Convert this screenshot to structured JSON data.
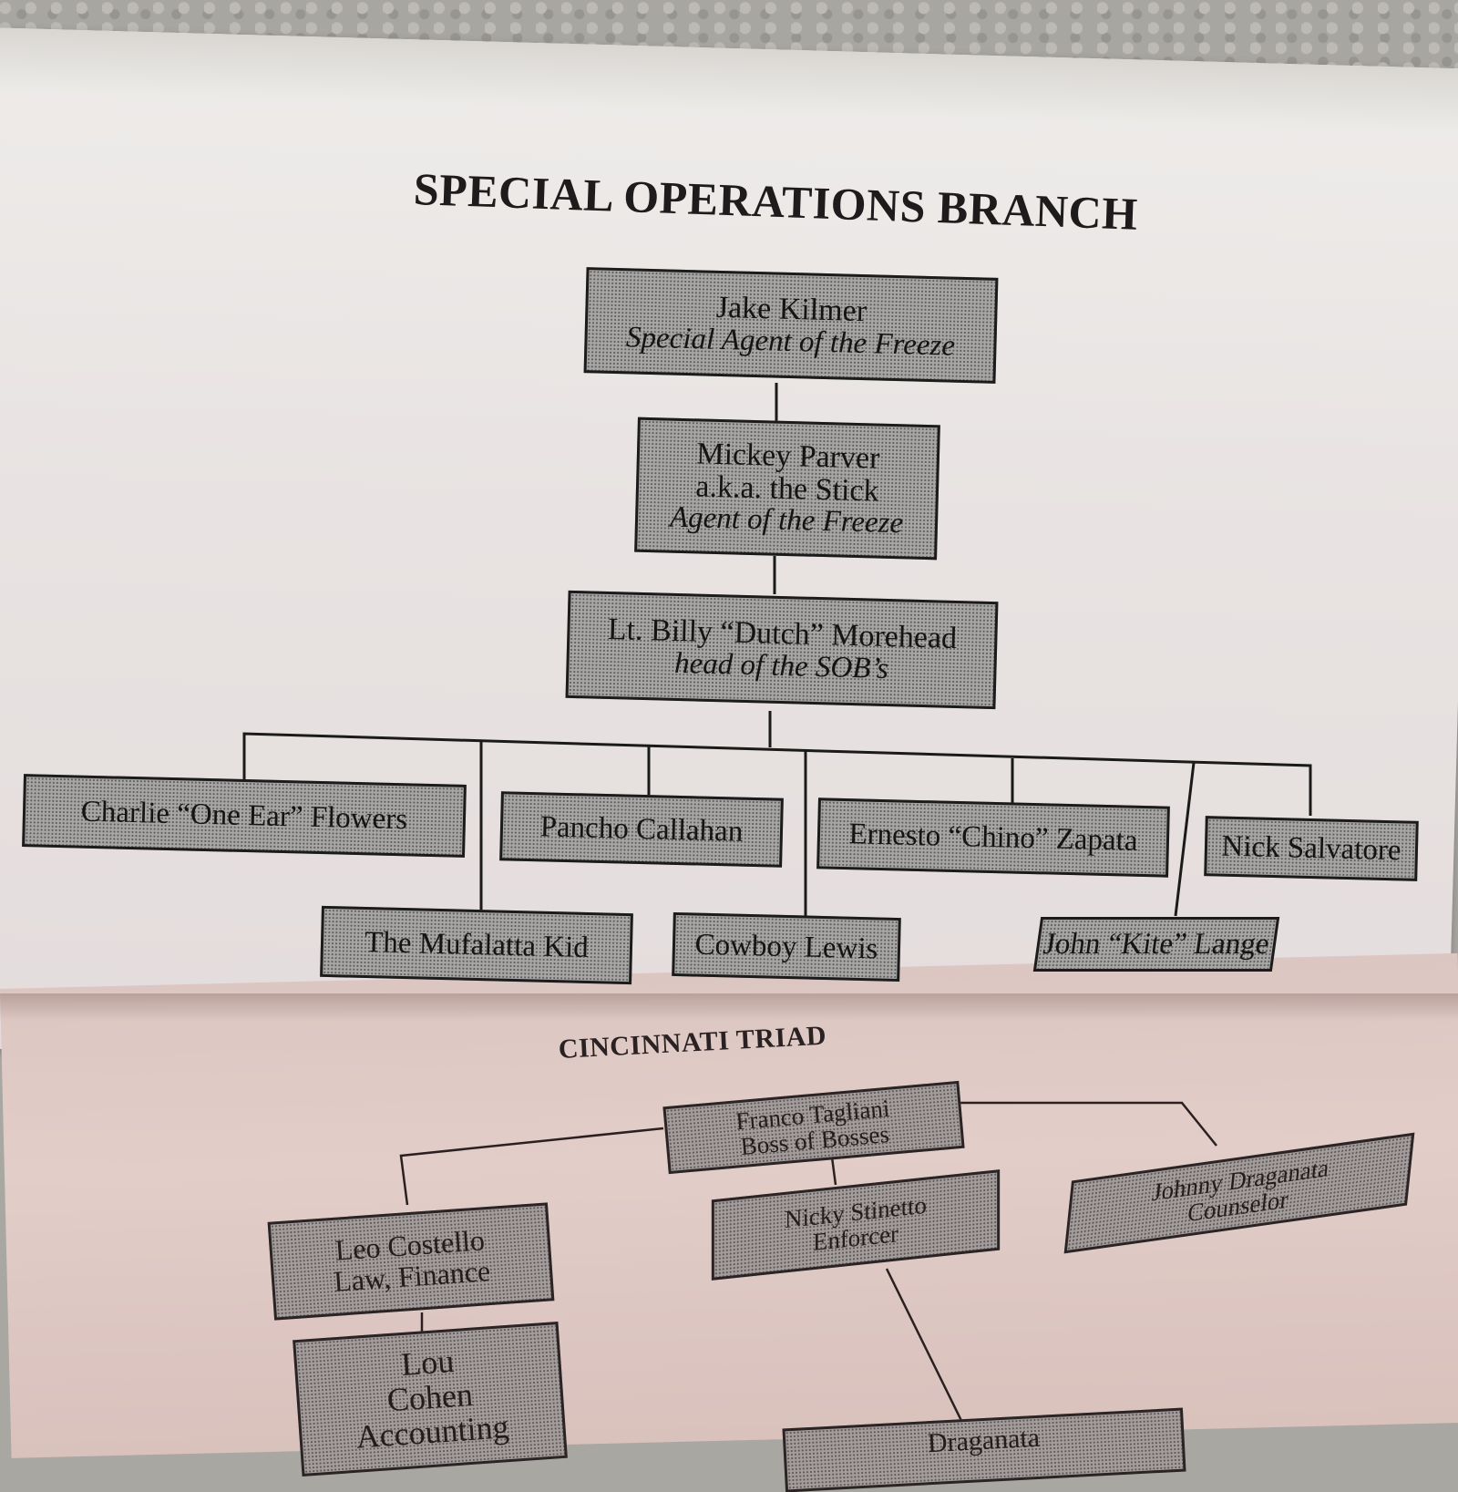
{
  "top_chart": {
    "title": "SPECIAL OPERATIONS BRANCH",
    "nodes": {
      "kilmer": {
        "name": "Jake Kilmer",
        "role": "Special Agent of the Freeze"
      },
      "parver": {
        "name": "Mickey Parver",
        "alias": "a.k.a. the Stick",
        "role": "Agent of the Freeze"
      },
      "morehead": {
        "name": "Lt. Billy “Dutch” Morehead",
        "role": "head of the SOB’s"
      },
      "flowers": {
        "name": "Charlie “One Ear” Flowers"
      },
      "callahan": {
        "name": "Pancho Callahan"
      },
      "zapata": {
        "name": "Ernesto “Chino” Zapata"
      },
      "salvatore": {
        "name": "Nick Salvatore"
      },
      "mufalatta": {
        "name": "The Mufalatta Kid"
      },
      "lewis": {
        "name": "Cowboy Lewis"
      },
      "lange": {
        "name": "John “Kite” Lange"
      }
    }
  },
  "bottom_chart": {
    "title": "CINCINNATI TRIAD",
    "nodes": {
      "tagliani": {
        "name": "Franco Tagliani",
        "role": "Boss of Bosses"
      },
      "draganata": {
        "name": "Johnny Draganata",
        "role": "Counselor"
      },
      "stinetto": {
        "name": "Nicky Stinetto",
        "role": "Enforcer"
      },
      "costello": {
        "name": "Leo Costello",
        "role": "Law, Finance"
      },
      "cohen": {
        "name": "Lou",
        "name2": "Cohen",
        "role": "Accounting"
      },
      "partial": {
        "name": "Draganata"
      }
    }
  }
}
